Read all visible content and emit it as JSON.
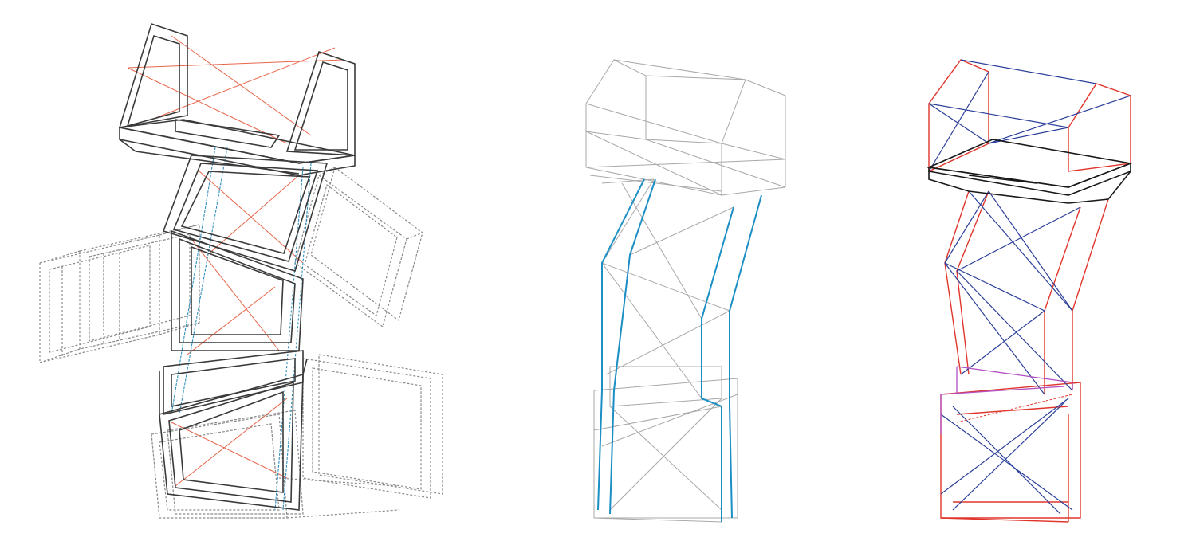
{
  "diagrams": [
    {
      "id": "structural-frames",
      "description_visible": false
    },
    {
      "id": "cable-wireframe",
      "description_visible": false
    },
    {
      "id": "bracing-wireframe",
      "description_visible": false
    }
  ],
  "colors": {
    "frame": "#3a3a3a",
    "ghost": "#8a8a8a",
    "light_gray": "#a8a8a8",
    "orange": "#e8664a",
    "blue_dashed": "#2e8fbf",
    "cyan_line": "#1b8ec4",
    "red": "#e0352b",
    "navy": "#2b3f9a",
    "magenta": "#b24fc2",
    "black": "#1a1a1a"
  }
}
